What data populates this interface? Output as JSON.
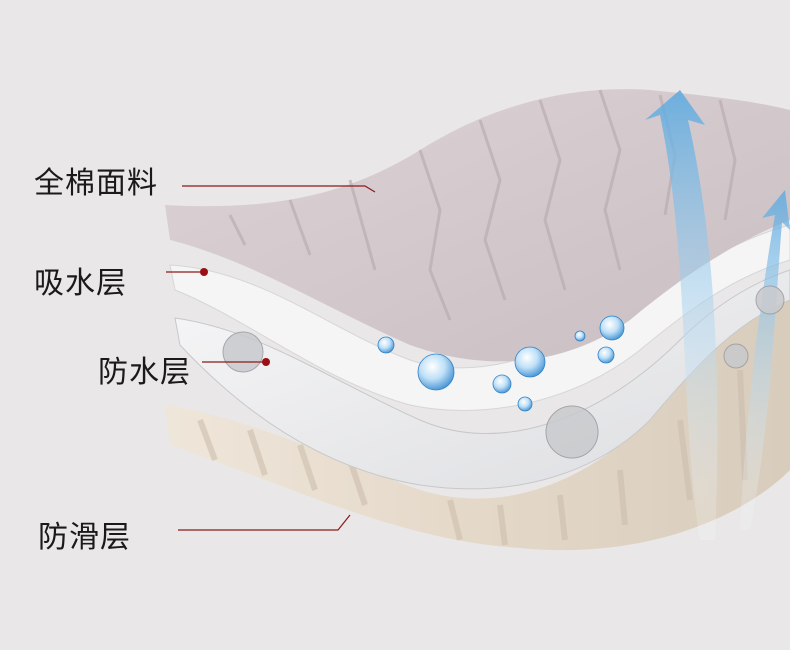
{
  "labels": {
    "cotton_fabric": "全棉面料",
    "absorbent_layer": "吸水层",
    "waterproof_layer": "防水层",
    "antislip_layer": "防滑层"
  },
  "colors": {
    "leader_line": "#8b1a1a",
    "leader_dot": "#9b0f14",
    "background": "#e9e7e7"
  }
}
